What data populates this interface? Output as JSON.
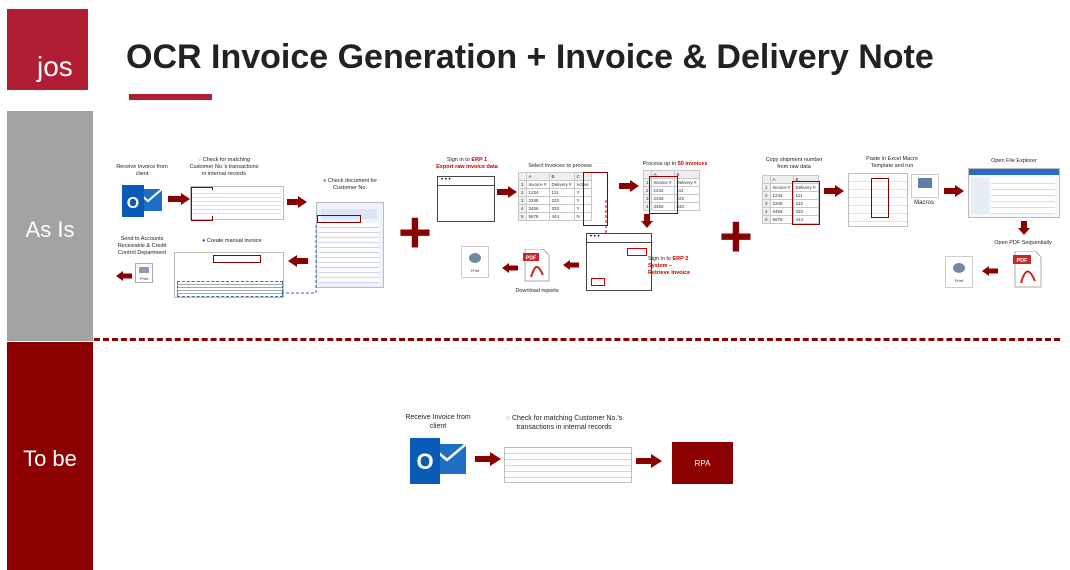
{
  "logo": {
    "text": "jos"
  },
  "title": "OCR Invoice Generation + Invoice & Delivery Note",
  "lanes": {
    "as_is": "As Is",
    "to_be": "To be"
  },
  "colors": {
    "accent": "#b11e34",
    "dark_red": "#8b0000",
    "grey": "#a3a3a3"
  },
  "as_is": {
    "receive": "Receive Invoice from client",
    "check_match": "Check for matching Customer No.'s transactions in internal records",
    "check_doc": "Check document for Customer No.",
    "create_manual": "Create manual invoice",
    "send_accounts": "Send to Accounts Receivable & Credit Control Department",
    "print": "Print",
    "sign_erp1": "Sign in to",
    "erp1": "ERP 1",
    "export_raw": "Export raw invoice data",
    "select_invoices": "Select invoices to process",
    "process_up": "Process up to",
    "invoices_50": "50 invoices",
    "sign_erp2": "Sign in to",
    "erp2": "ERP 2",
    "system": "System –",
    "retrieve": "Retrieve Invoice",
    "download": "Download reports",
    "copy_shipment": "Copy shipment number from raw data",
    "paste_macro": "Paste in Excel Macro Template and run",
    "macros": "Macros",
    "open_explorer": "Open File Explorer",
    "open_pdf": "Open PDF Sequentially",
    "pdf": "PDF"
  },
  "sheet1": {
    "cols": [
      "",
      "A",
      "B",
      "C"
    ],
    "rows": [
      [
        "1",
        "Invoice #",
        "Delivery #",
        "Active"
      ],
      [
        "2",
        "1234",
        "111",
        "Y"
      ],
      [
        "3",
        "2345",
        "222",
        "Y"
      ],
      [
        "4",
        "3456",
        "333",
        "Y"
      ],
      [
        "5",
        "5678",
        "444",
        "N"
      ]
    ]
  },
  "sheet2": {
    "cols": [
      "",
      "A",
      "B"
    ],
    "rows": [
      [
        "1",
        "Invoice #",
        "Delivery #"
      ],
      [
        "2",
        "1234",
        "111"
      ],
      [
        "3",
        "2345",
        "222"
      ],
      [
        "4",
        "3456",
        "333"
      ]
    ]
  },
  "sheet3": {
    "cols": [
      "",
      "A",
      "B"
    ],
    "rows": [
      [
        "1",
        "Invoice #",
        "Delivery #"
      ],
      [
        "2",
        "1234",
        "111"
      ],
      [
        "3",
        "2345",
        "222"
      ],
      [
        "4",
        "3456",
        "333"
      ],
      [
        "5",
        "5678",
        "444"
      ]
    ]
  },
  "to_be": {
    "receive": "Receive Invoice from client",
    "check_match": "Check for matching Customer No.'s transactions in internal records",
    "rpa": "RPA"
  }
}
